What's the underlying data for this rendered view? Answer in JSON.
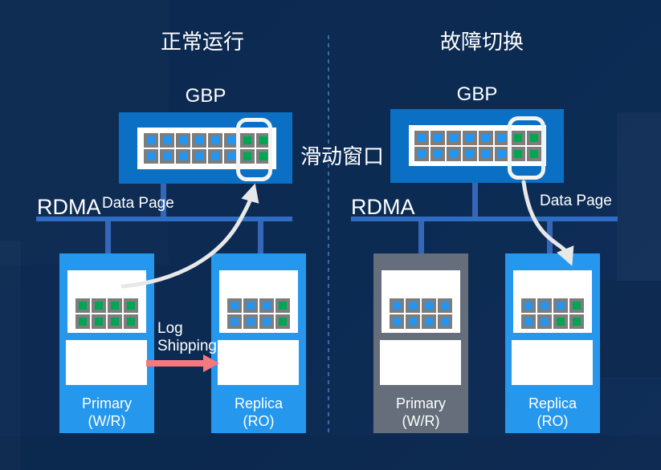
{
  "colors": {
    "background_top": "#0C2950",
    "background_bottom": "#102E58",
    "gbp_blue": "#0B70C4",
    "node_blue": "#2598EE",
    "node_gray": "#656E7A",
    "square_blue": "#2495F0",
    "square_green": "#00A651",
    "square_border": "#7D7D7D",
    "bus_line": "#2F6CC4",
    "connector": "#3566B8",
    "divider": "#4573B8",
    "log_arrow_pink": "#F4787D",
    "flow_arrow_white": "#E8E8E8",
    "window_stroke": "#F3F3F3",
    "text_white": "#FFFFFF"
  },
  "center": {
    "sliding_window_label": "滑动窗口"
  },
  "left_panel": {
    "title": "正常运行",
    "gbp_label": "GBP",
    "rdma_label": "RDMA",
    "data_page_label": "Data Page",
    "log_shipping_line1": "Log",
    "log_shipping_line2": "Shipping",
    "gbp_cells": [
      "b",
      "b",
      "b",
      "b",
      "b",
      "b",
      "g",
      "g",
      "b",
      "b",
      "b",
      "b",
      "b",
      "b",
      "g",
      "g"
    ],
    "primary": {
      "name": "Primary",
      "mode": "(W/R)",
      "cells": [
        "g",
        "g",
        "g",
        "g",
        "g",
        "g",
        "g",
        "g"
      ]
    },
    "replica": {
      "name": "Replica",
      "mode": "(RO)",
      "cells": [
        "b",
        "b",
        "b",
        "g",
        "b",
        "b",
        "b",
        "g"
      ]
    }
  },
  "right_panel": {
    "title": "故障切换",
    "gbp_label": "GBP",
    "rdma_label": "RDMA",
    "data_page_label": "Data Page",
    "gbp_cells": [
      "b",
      "b",
      "b",
      "b",
      "b",
      "b",
      "g",
      "g",
      "b",
      "b",
      "b",
      "b",
      "b",
      "b",
      "g",
      "g"
    ],
    "primary": {
      "name": "Primary",
      "mode": "(W/R)",
      "cells": [
        "b",
        "b",
        "b",
        "b",
        "b",
        "b",
        "b",
        "b"
      ]
    },
    "replica": {
      "name": "Replica",
      "mode": "(RO)",
      "cells": [
        "b",
        "b",
        "b",
        "g",
        "b",
        "b",
        "g",
        "g"
      ]
    }
  }
}
